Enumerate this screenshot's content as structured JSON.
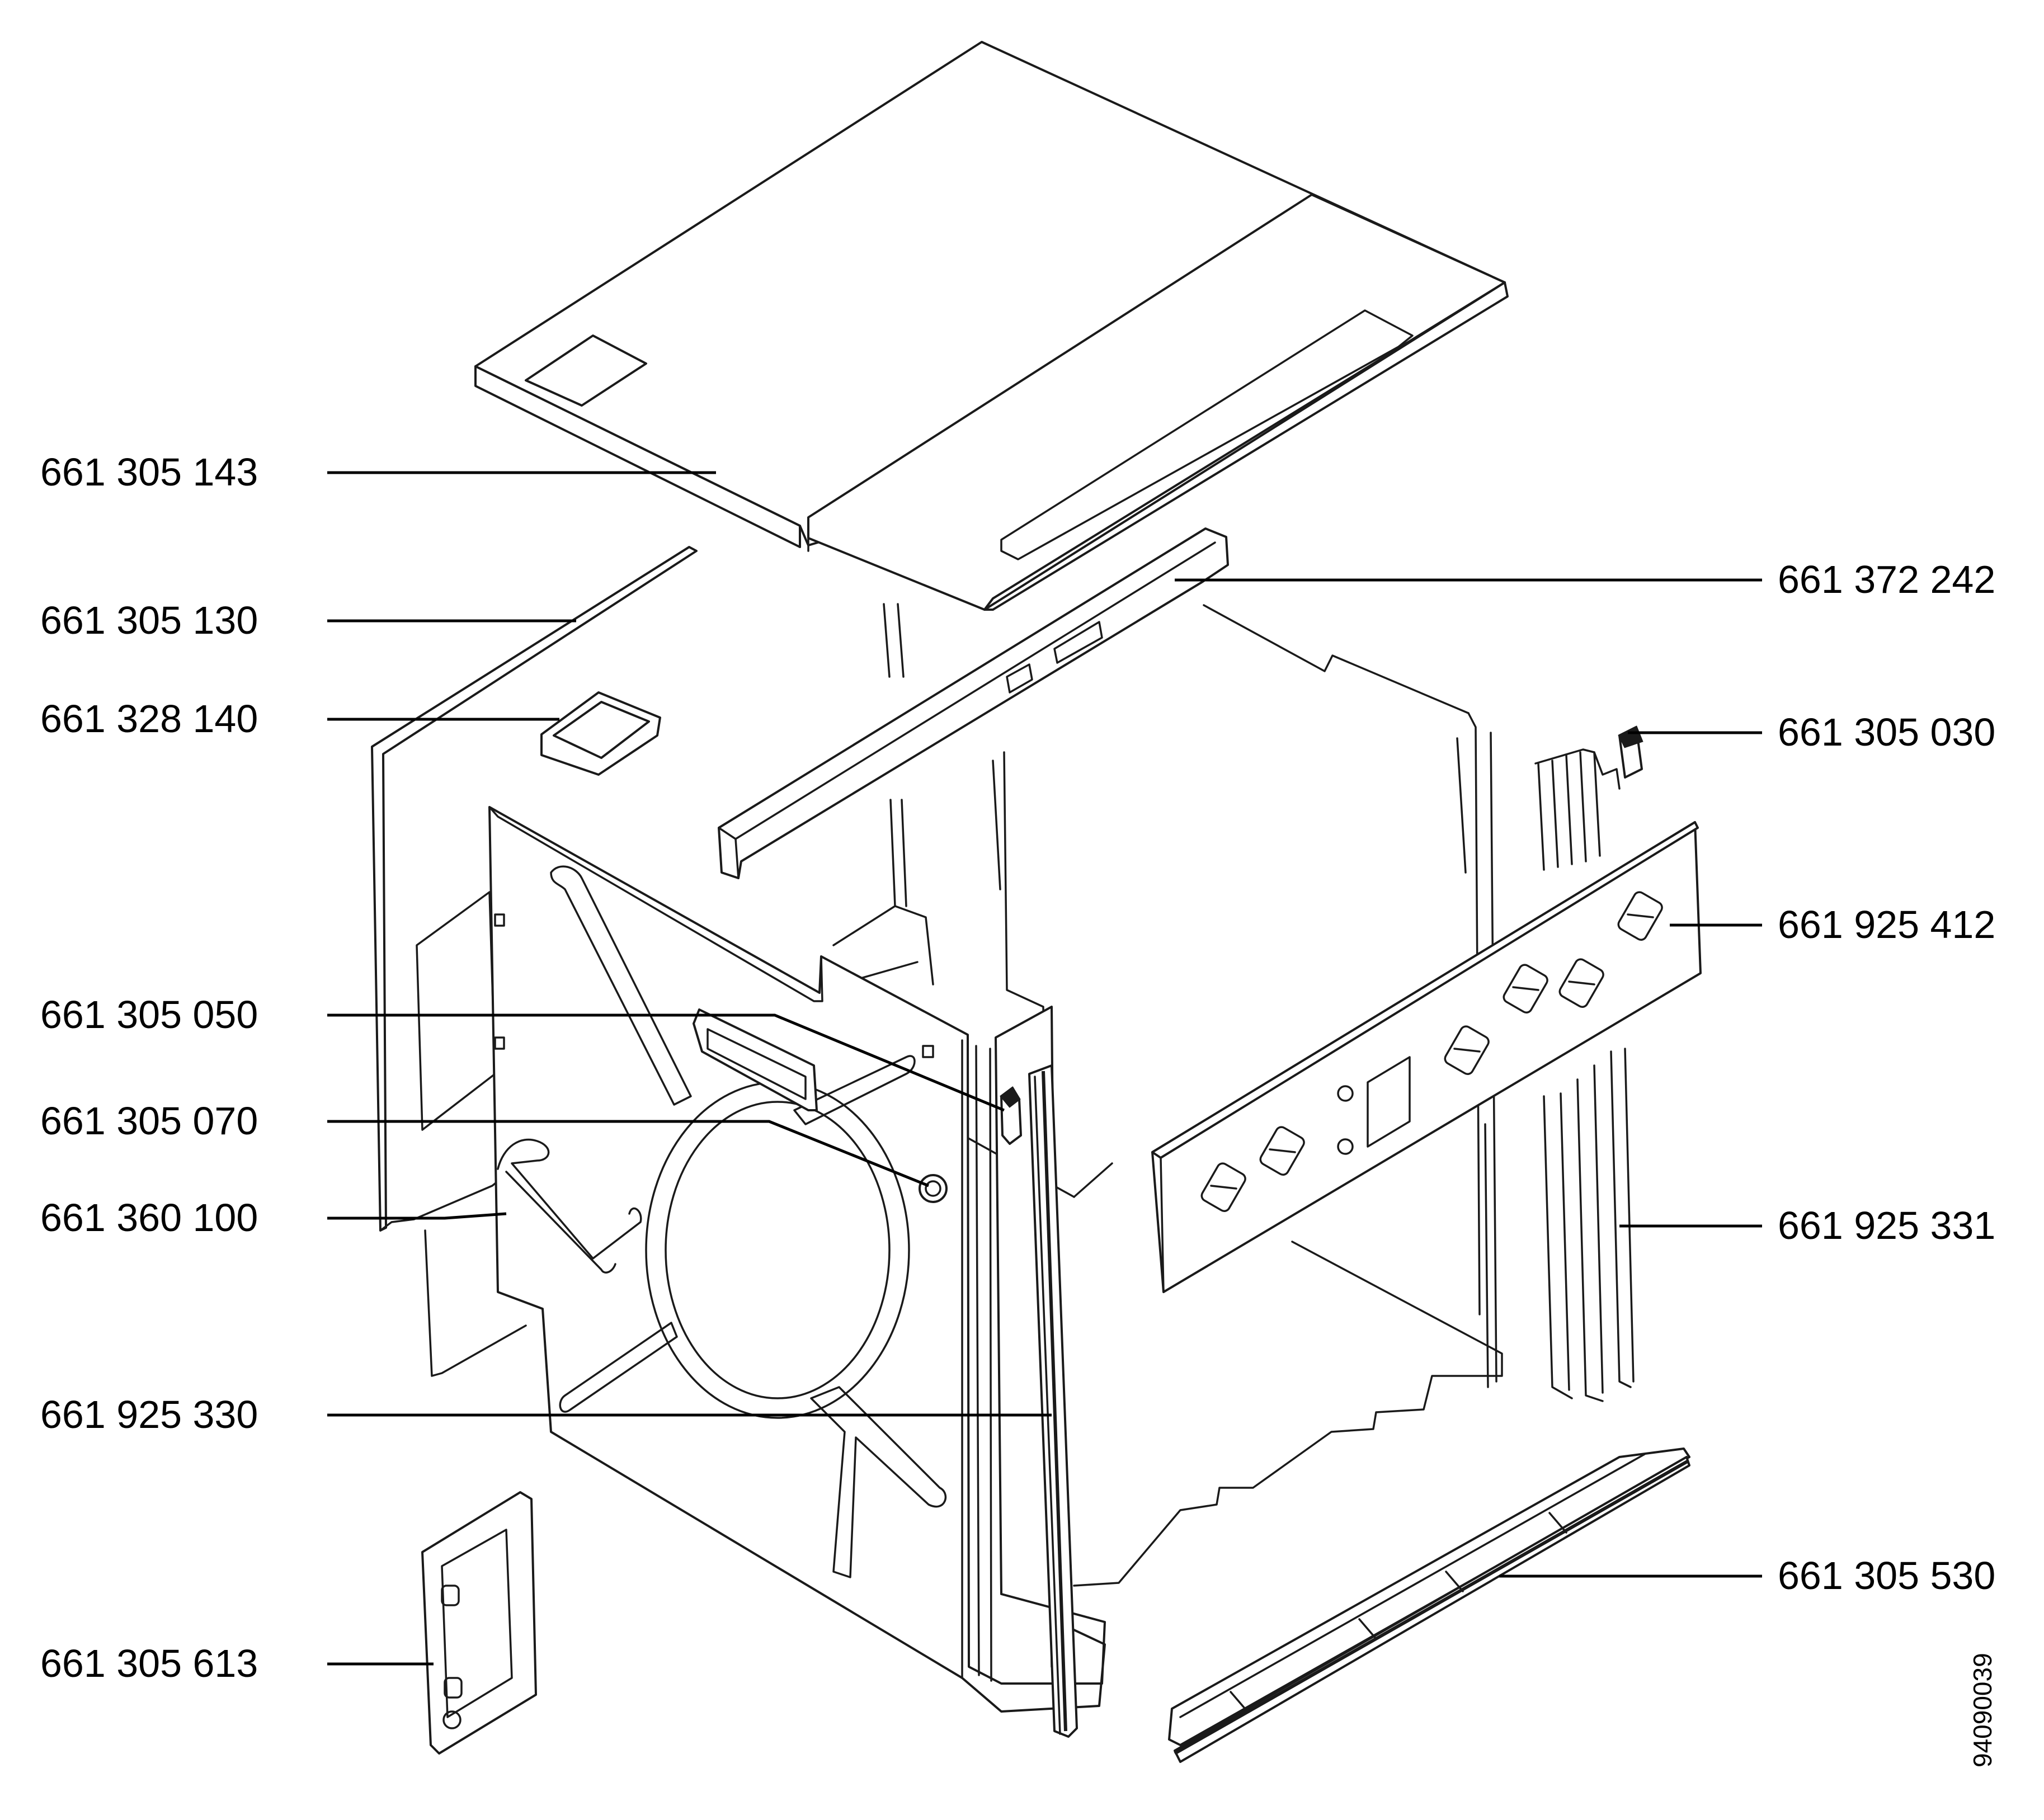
{
  "parts": [
    {
      "id": "top-cover",
      "number": "661 305 143"
    },
    {
      "id": "side-panel-left",
      "number": "661 305 130"
    },
    {
      "id": "small-tray",
      "number": "661 328 140"
    },
    {
      "id": "spacer-clip-left",
      "number": "661 305 050"
    },
    {
      "id": "knob-screw",
      "number": "661 305 070"
    },
    {
      "id": "wire-spring",
      "number": "661 360 100"
    },
    {
      "id": "side-trim-left",
      "number": "661 925 330"
    },
    {
      "id": "bracket-hinge",
      "number": "661 305 613"
    },
    {
      "id": "top-rail",
      "number": "661 372 242"
    },
    {
      "id": "top-clip-right",
      "number": "661 305 030"
    },
    {
      "id": "control-panel",
      "number": "661 925 412"
    },
    {
      "id": "side-trim-right",
      "number": "661 925 331"
    },
    {
      "id": "bottom-trim",
      "number": "661 305 530"
    }
  ],
  "drawing_ref": "94090039"
}
